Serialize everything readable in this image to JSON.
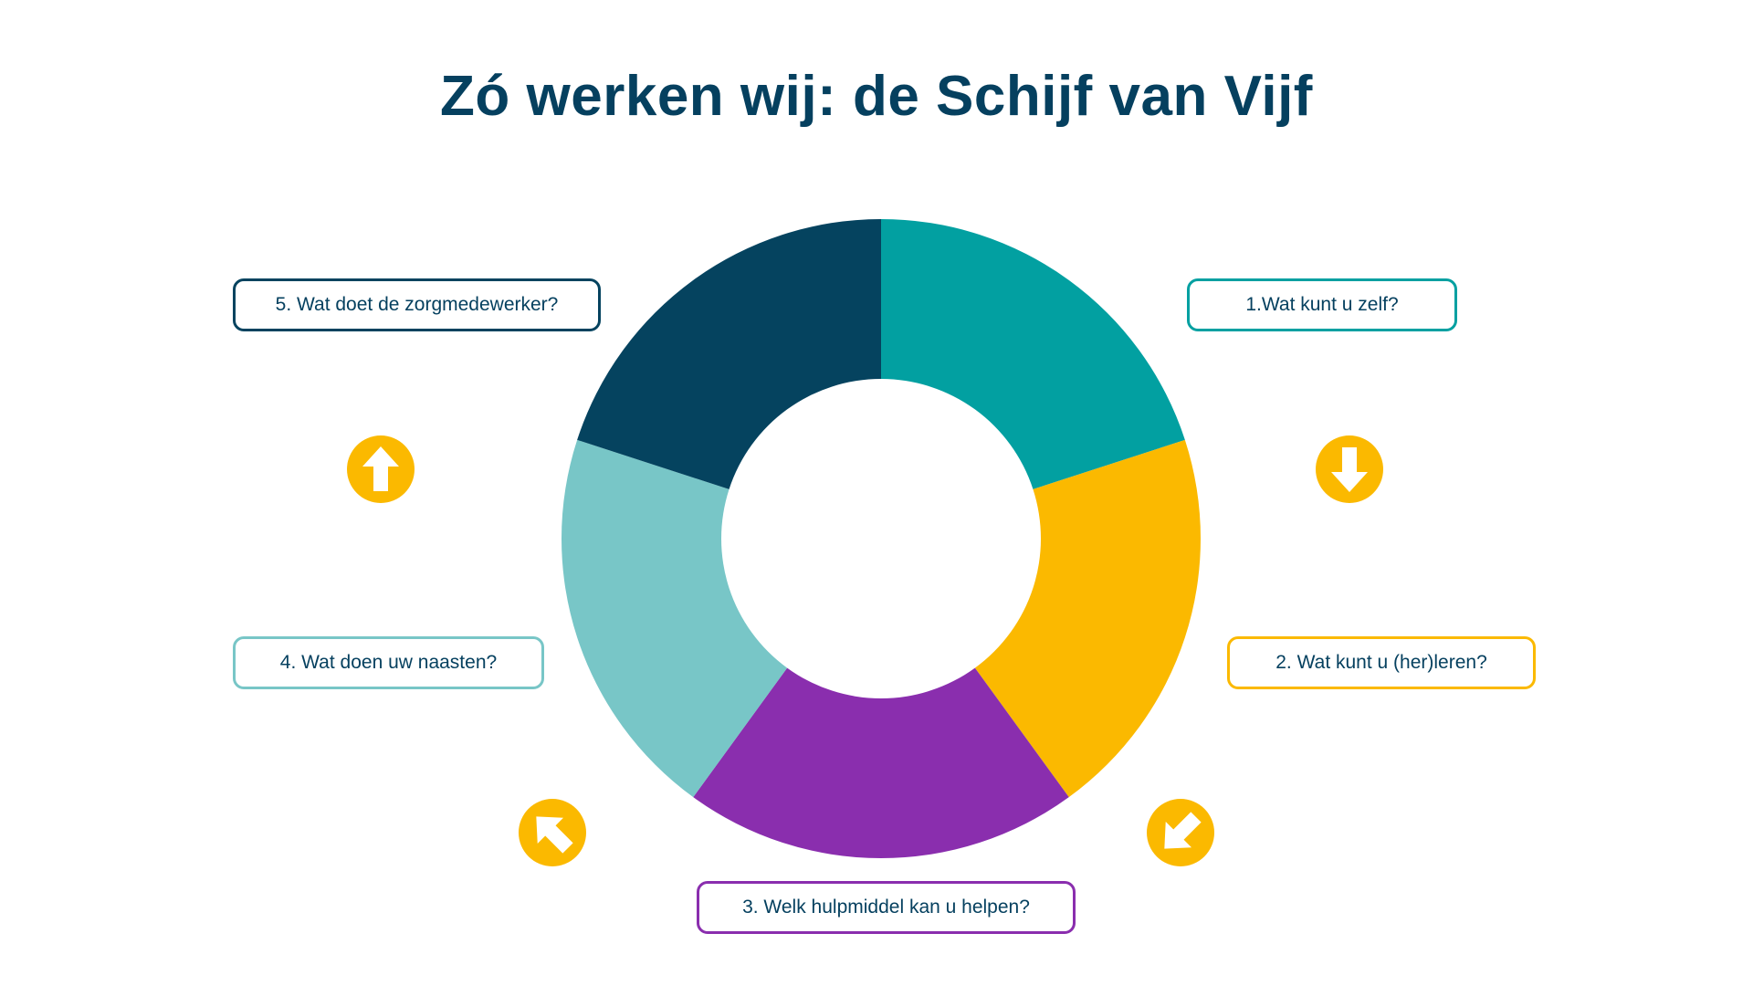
{
  "title": "Zó werken wij: de Schijf van Vijf",
  "colors": {
    "title": "#05405f",
    "text": "#05405f",
    "arrow": "#fbb900",
    "arrow_glyph": "#ffffff"
  },
  "segments": [
    {
      "label": "1.Wat kunt u zelf?",
      "color": "#02a0a1"
    },
    {
      "label": "2. Wat kunt u (her)leren?",
      "color": "#fbb900"
    },
    {
      "label": "3. Welk hulpmiddel kan u helpen?",
      "color": "#8a2eae"
    },
    {
      "label": "4. Wat doen uw naasten?",
      "color": "#78c6c7"
    },
    {
      "label": "5. Wat doet de zorgmedewerker?",
      "color": "#05435f"
    }
  ],
  "arrows": [
    {
      "icon": "arrow-down-icon"
    },
    {
      "icon": "arrow-down-left-icon"
    },
    {
      "icon": "arrow-up-left-icon"
    },
    {
      "icon": "arrow-up-icon"
    }
  ]
}
